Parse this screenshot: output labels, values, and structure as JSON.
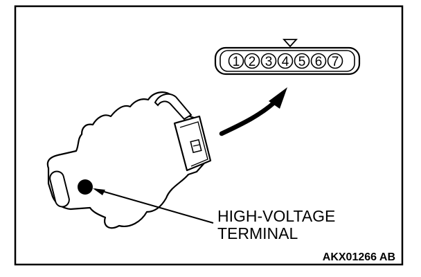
{
  "callout": {
    "line1": "HIGH-VOLTAGE",
    "line2": "TERMINAL"
  },
  "reference_code": "AKX01266 AB",
  "connector": {
    "pins": [
      "1",
      "2",
      "3",
      "4",
      "5",
      "6",
      "7"
    ],
    "marker": "triangle-marker-icon"
  },
  "colors": {
    "ink": "#000000",
    "paper": "#ffffff"
  }
}
